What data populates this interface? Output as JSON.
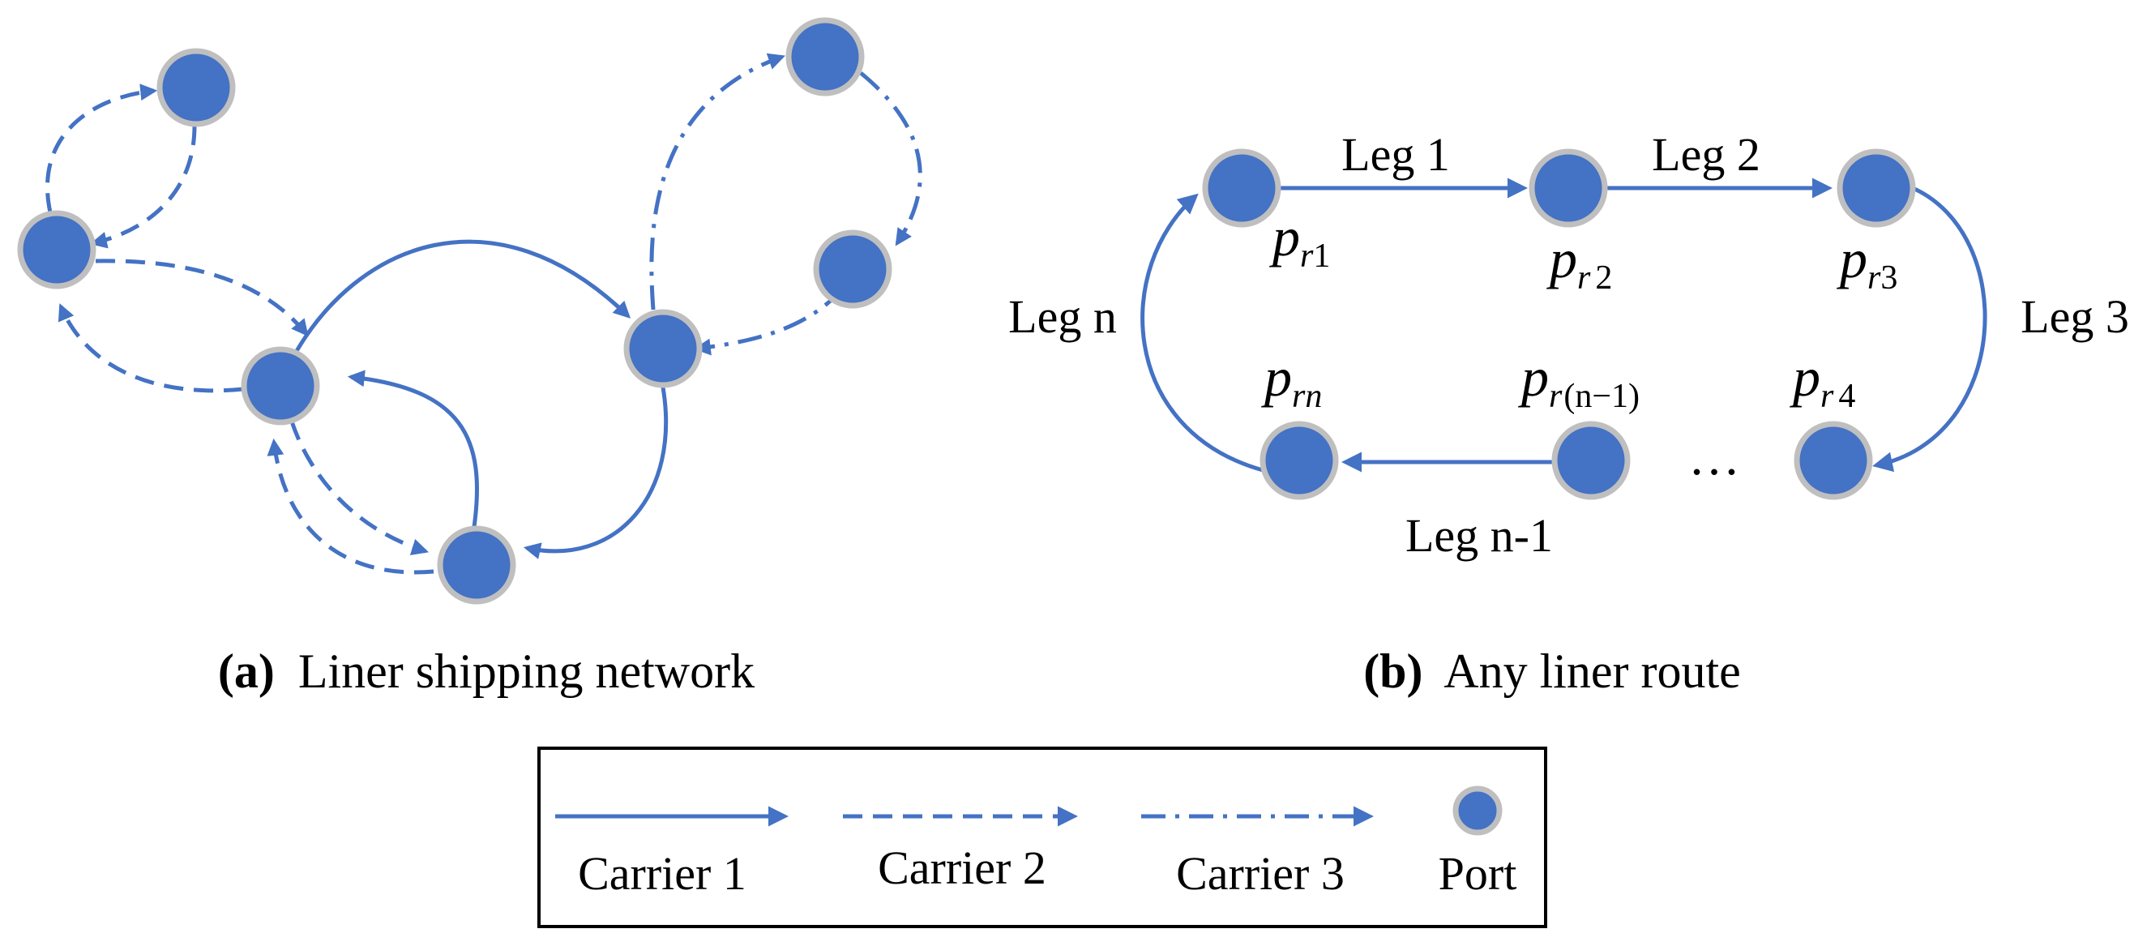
{
  "panel_a": {
    "caption_letter": "(a)",
    "caption_text": "Liner shipping network"
  },
  "panel_b": {
    "caption_letter": "(b)",
    "caption_text": "Any liner route",
    "ports": [
      {
        "base": "p",
        "sub_r": "r",
        "sub_idx": "1"
      },
      {
        "base": "p",
        "sub_r": "r",
        "sub_idx": "2"
      },
      {
        "base": "p",
        "sub_r": "r",
        "sub_idx": "3"
      },
      {
        "base": "p",
        "sub_r": "r",
        "sub_idx": "4"
      },
      {
        "base": "p",
        "sub_r": "r",
        "sub_idx": "(n−1)"
      },
      {
        "base": "p",
        "sub_r": "r",
        "sub_idx": "n"
      }
    ],
    "legs": [
      "Leg 1",
      "Leg 2",
      "Leg 3",
      "Leg n-1",
      "Leg n"
    ],
    "ellipsis": "…"
  },
  "legend": {
    "items": [
      {
        "label": "Carrier 1",
        "style": "solid"
      },
      {
        "label": "Carrier 2",
        "style": "dashed"
      },
      {
        "label": "Carrier 3",
        "style": "dash-dot"
      },
      {
        "label": "Port",
        "style": "circle"
      }
    ]
  },
  "colors": {
    "route": "#4472c4",
    "port_fill": "#4472c4",
    "port_outline": "#bfbfbf"
  }
}
